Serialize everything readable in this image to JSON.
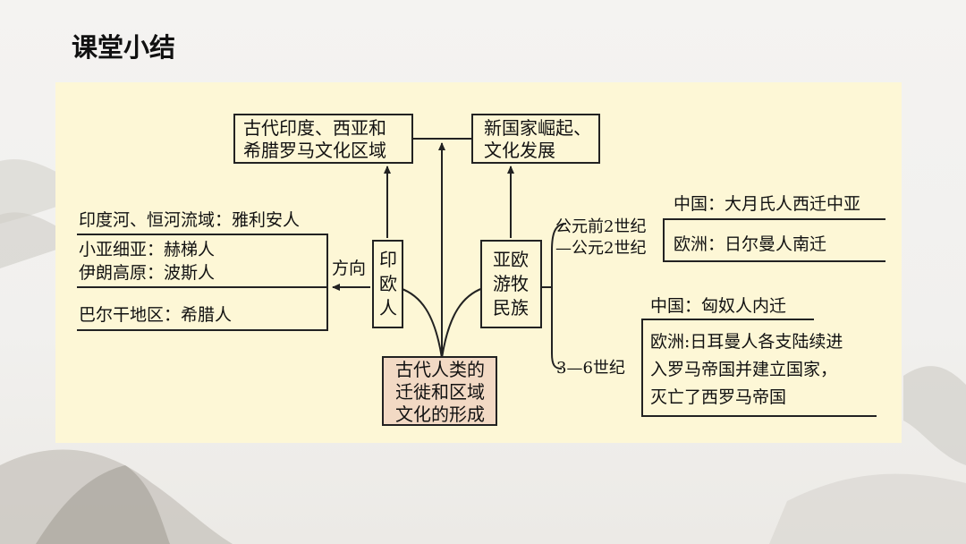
{
  "page": {
    "title": "课堂小结"
  },
  "diagram": {
    "center": [
      "古代人类的",
      "迁徙和区域",
      "文化的形成"
    ],
    "top_left_box": [
      "古代印度、西亚和",
      "希腊罗马文化区域"
    ],
    "top_right_box": [
      "新国家崛起、",
      "文化发展"
    ],
    "indo_box": [
      "印",
      "欧",
      "人"
    ],
    "nomad_box": [
      "亚欧",
      "游牧",
      "民族"
    ],
    "direction_label": "方向",
    "left_items": {
      "india": "印度河、恒河流域：雅利安人",
      "asia_minor": "小亚细亚：赫梯人",
      "iran": "伊朗高原：波斯人",
      "balkan": "巴尔干地区：希腊人"
    },
    "period1_label": [
      "公元前2世纪",
      "—公元2世纪"
    ],
    "period1_items": {
      "china": "中国：大月氏人西迁中亚",
      "europe": "欧洲：日尔曼人南迁"
    },
    "period2_label": "3—6世纪",
    "period2_items": {
      "china": "中国：匈奴人内迁",
      "europe": [
        "欧洲:日耳曼人各支陆续进",
        "入罗马帝国并建立国家，",
        "灭亡了西罗马帝国"
      ]
    },
    "colors": {
      "panel": "#fdf7d6",
      "center_fill": "#f2d9c4",
      "line": "#222222"
    }
  }
}
